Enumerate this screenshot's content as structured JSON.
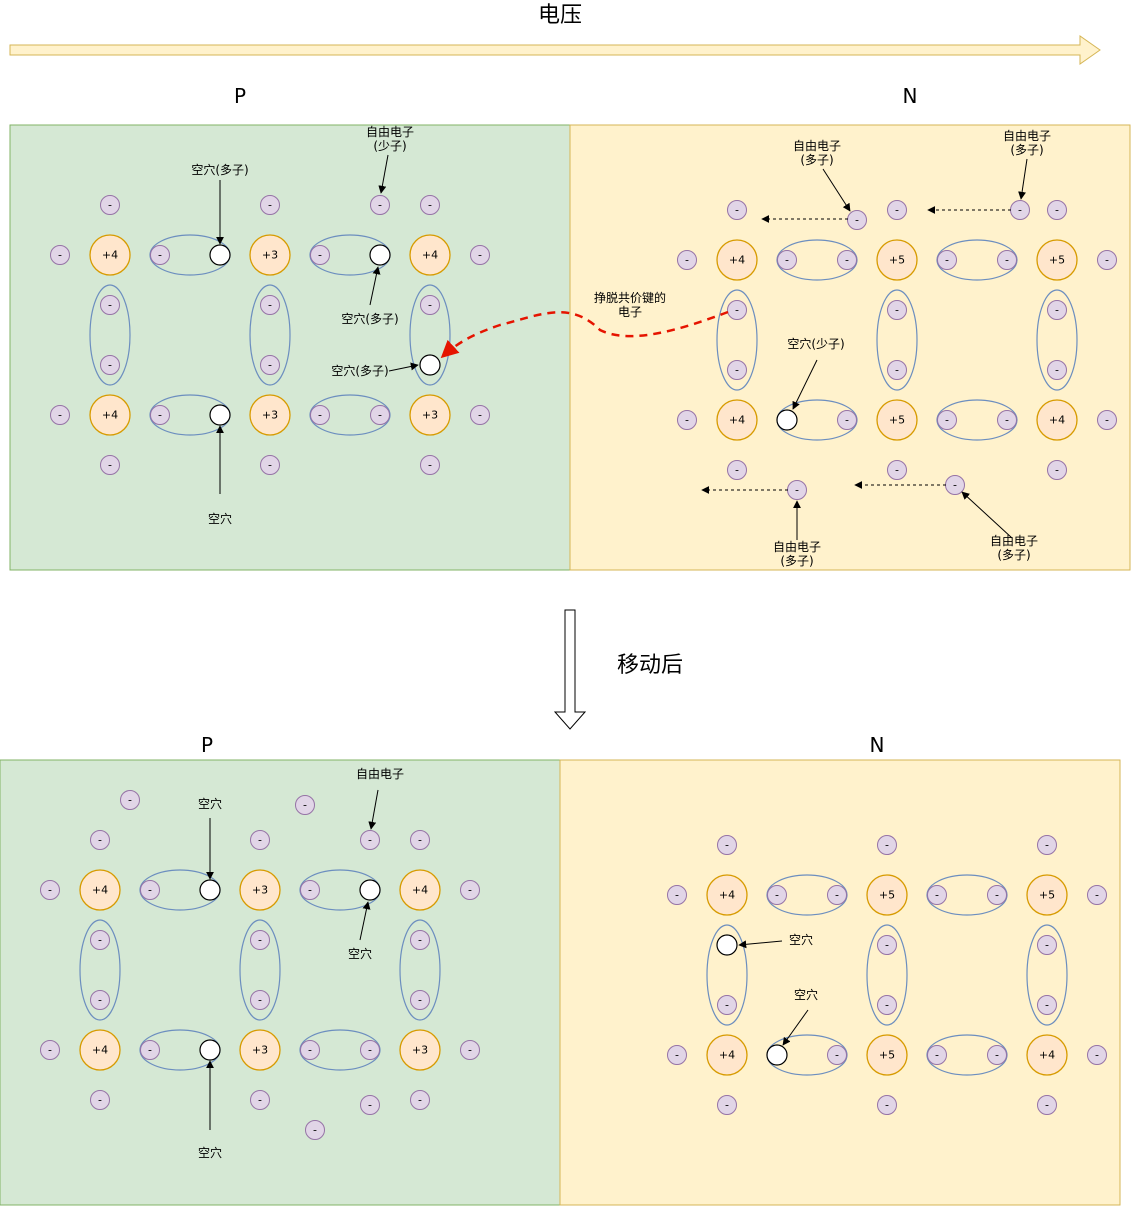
{
  "title": "电压",
  "between_label": "移动后",
  "regions": {
    "top_p": "P",
    "top_n": "N",
    "bottom_p": "P",
    "bottom_n": "N"
  },
  "symbols": {
    "minus": "-",
    "plus3": "+3",
    "plus4": "+4",
    "plus5": "+5"
  },
  "top_labels": {
    "hole_major_top": "空穴(多子)",
    "free_minor": [
      "自由电子",
      "(少子)"
    ],
    "hole_major_mid": "空穴(多子)",
    "hole_major_right": "空穴(多子)",
    "hole_bottom": "空穴",
    "n_free_major_1": [
      "自由电子",
      "(多子)"
    ],
    "n_free_major_2": [
      "自由电子",
      "(多子)"
    ],
    "escape": [
      "挣脱共价键的",
      "电子"
    ],
    "hole_minor": "空穴(少子)",
    "n_free_major_3": [
      "自由电子",
      "(多子)"
    ],
    "n_free_major_4": [
      "自由电子",
      "(多子)"
    ]
  },
  "bottom_labels": {
    "free": "自由电子",
    "hole_top": "空穴",
    "hole_mid": "空穴",
    "hole_bottom": "空穴",
    "n_hole_1": "空穴",
    "n_hole_2": "空穴"
  },
  "colors": {
    "p_fill": "#d5e8d4",
    "p_stroke": "#82b366",
    "n_fill": "#fff2cc",
    "n_stroke": "#d6b656",
    "ion_fill": "#ffe6cc",
    "ion_stroke": "#d79b00",
    "electron_fill": "#e1d5e7",
    "electron_stroke": "#9673a6",
    "bond_stroke": "#6c8ebf",
    "dashed_red": "#e51400"
  }
}
